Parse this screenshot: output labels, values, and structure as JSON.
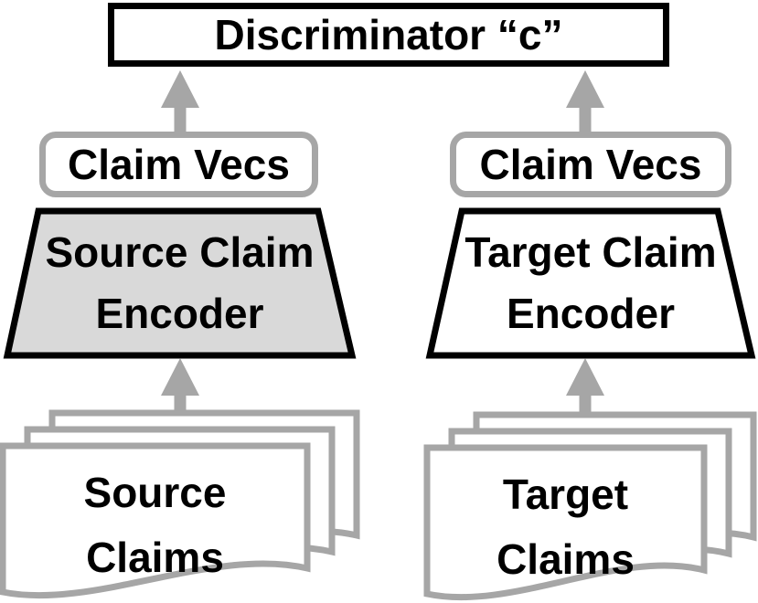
{
  "diagram": {
    "discriminator": {
      "label": "Discriminator “c”"
    },
    "left_branch": {
      "claim_vecs_label": "Claim Vecs",
      "encoder_line1": "Source Claim",
      "encoder_line2": "Encoder",
      "claims_line1": "Source",
      "claims_line2": "Claims"
    },
    "right_branch": {
      "claim_vecs_label": "Claim Vecs",
      "encoder_line1": "Target Claim",
      "encoder_line2": "Encoder",
      "claims_line1": "Target",
      "claims_line2": "Claims"
    },
    "colors": {
      "line_gray": "#a6a6a6",
      "encoder_fill_gray": "#d9d9d9",
      "border_black": "#000000"
    }
  }
}
